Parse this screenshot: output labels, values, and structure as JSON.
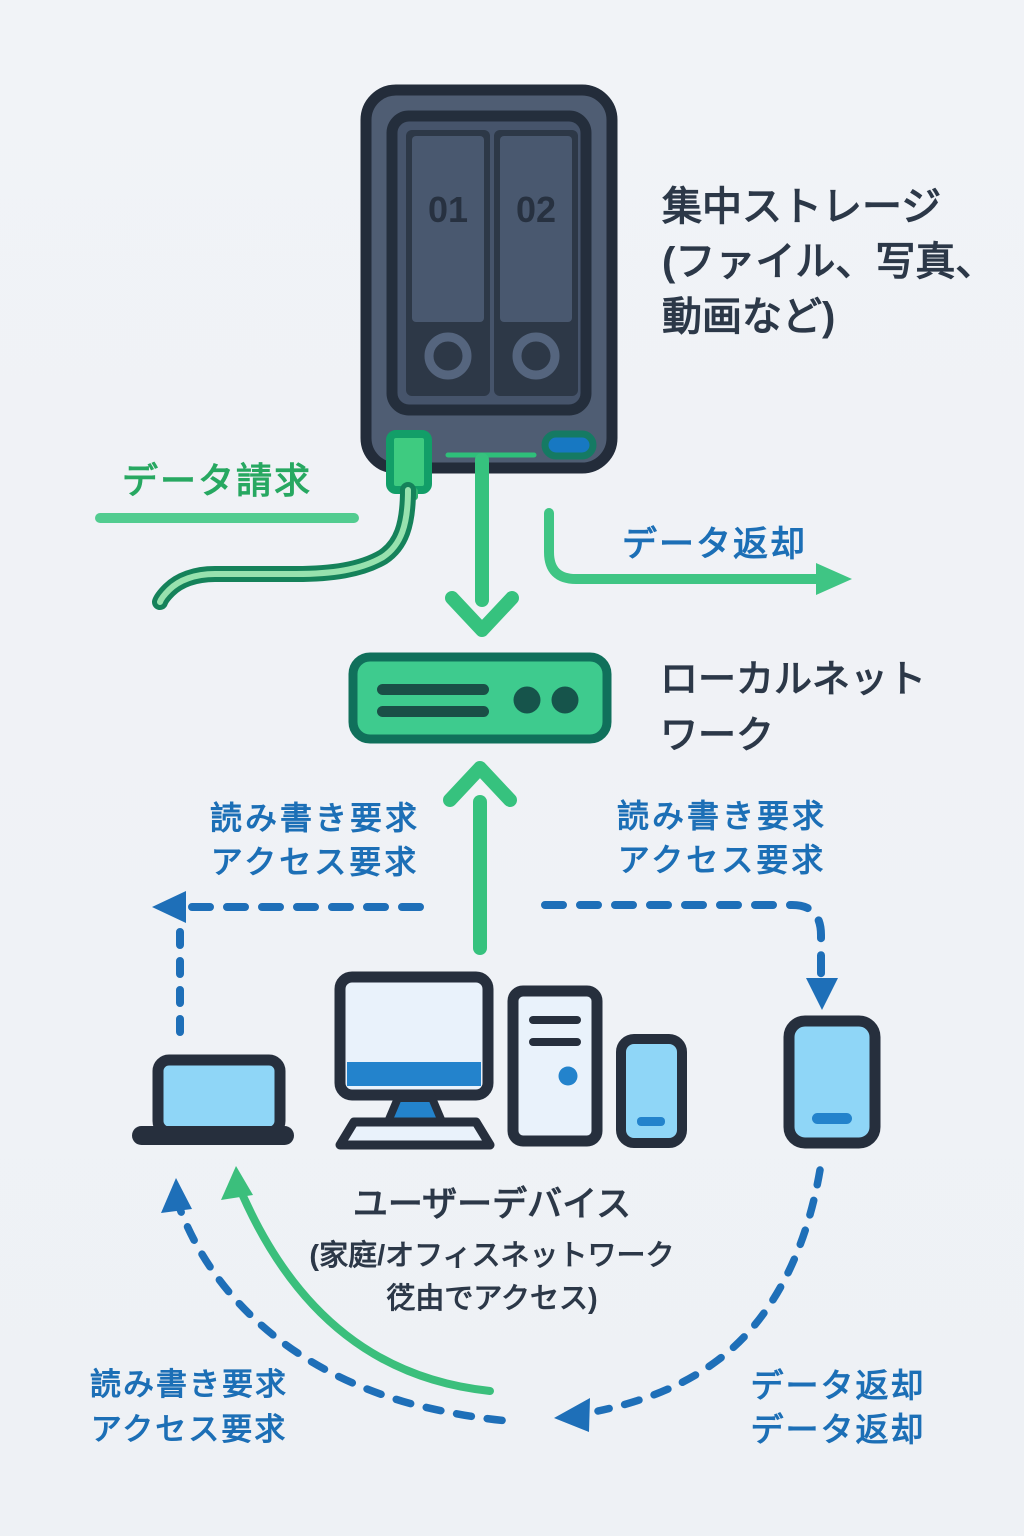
{
  "palette": {
    "background": "#eff2f6",
    "green_arrow": "#36c27e",
    "green_text": "#27a861",
    "router_green": "#3ecb8e",
    "blue_text": "#1c6fb6",
    "blue_dashed": "#1e6fb8",
    "navy_text": "#2c3848",
    "device_screen_blue": "#8fd6f7",
    "device_accent_blue": "#2383cc",
    "nas_body": "#4f5d73",
    "nas_outline": "#232c3a"
  },
  "storage": {
    "bay1_label": "01",
    "bay2_label": "02",
    "caption": {
      "line1": "集中ストレージ",
      "line2": "(ファイル、写真、",
      "line3": "動画など)"
    }
  },
  "network": {
    "caption": {
      "line1": "ローカルネット",
      "line2": "ワーク"
    }
  },
  "devices": {
    "caption": {
      "line1": "ユーザーデバイス",
      "line2": "(家庭/オフィスネットワーク",
      "line3": "徔由でアクセス)"
    },
    "items": [
      "laptop",
      "desktop-monitor",
      "tower-pc",
      "smartphone",
      "tablet"
    ]
  },
  "flows": {
    "data_request": {
      "label": "データ請求"
    },
    "data_return_top": {
      "label": "データ返却"
    },
    "rw_request_left": {
      "line1": "読み書き要求",
      "line2": "アクセス要求"
    },
    "rw_request_right": {
      "line1": "読み書き要求",
      "line2": "アクセス要求"
    },
    "rw_request_bottom": {
      "line1": "読み書き要求",
      "line2": "アクセス要求"
    },
    "data_return_bottom": {
      "line1": "データ返却",
      "line2": "データ返却"
    }
  }
}
